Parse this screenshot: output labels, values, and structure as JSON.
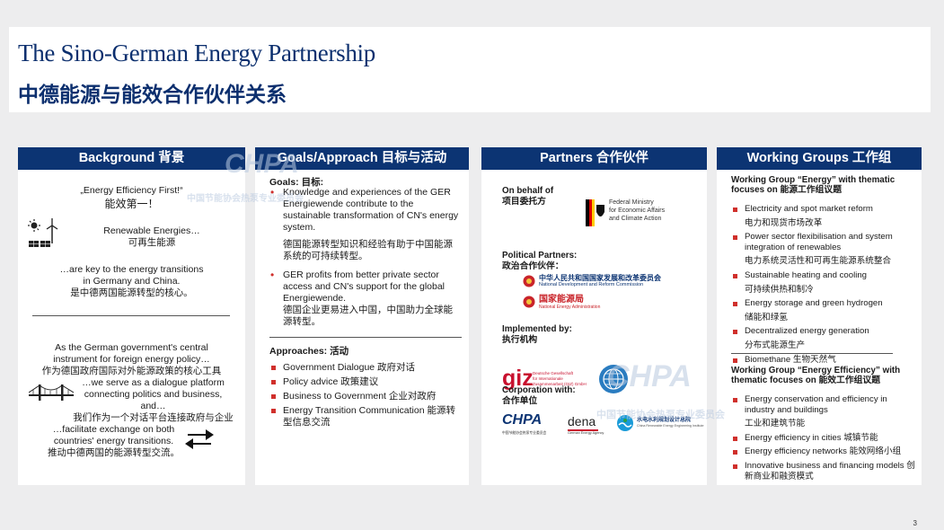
{
  "title": {
    "en": "The Sino-German Energy Partnership",
    "cn": "中德能源与能效合作伙伴关系"
  },
  "background": {
    "header": "Background 背景",
    "quote_en": "„Energy Efficiency First!“",
    "quote_cn": "能效第一！",
    "renewables_en": "Renewable Energies…",
    "renewables_cn": "可再生能源",
    "key_en_1": "…are key to the energy transitions",
    "key_en_2": "in Germany and China.",
    "key_cn": "是中德两国能源转型的核心。",
    "gov_en_1": "As the German government's central",
    "gov_en_2": "instrument for foreign energy policy…",
    "gov_cn": "作为德国政府国际对外能源政策的核心工具",
    "dialogue_en_1": "…we serve as a dialogue platform",
    "dialogue_en_2": "connecting politics and business,",
    "dialogue_en_3": "and…",
    "dialogue_cn": "我们作为一个对话平台连接政府与企业",
    "facilitate_en_1": "…facilitate exchange on both",
    "facilitate_en_2": "countries' energy transitions.",
    "facilitate_cn": "推动中德两国的能源转型交流。"
  },
  "goals": {
    "header": "Goals/Approach 目标与活动",
    "goals_label": "Goals: 目标:",
    "goal_1_en": "Knowledge and experiences of the GER Energiewende contribute to the sustainable transformation of CN's energy system.",
    "goal_1_cn": "德国能源转型知识和经验有助于中国能源系统的可持续转型。",
    "goal_2_en": "GER profits from better private sector access and CN's support for the global Energiewende.",
    "goal_2_cn": "德国企业更易进入中国，中国助力全球能源转型。",
    "approaches_label": "Approaches: 活动",
    "approaches": [
      "Government Dialogue 政府对话",
      "Policy advice 政策建议",
      "Business to Government 企业对政府",
      "Energy Transition Communication 能源转型信息交流"
    ]
  },
  "partners": {
    "header": "Partners 合作伙伴",
    "behalf_en": "On behalf of",
    "behalf_cn": "项目委托方",
    "bmwk_1": "Federal Ministry",
    "bmwk_2": "for Economic Affairs",
    "bmwk_3": "and Climate Action",
    "political_en": "Political Partners:",
    "political_cn": "政治合作伙伴：",
    "ndrc_cn": "中华人民共和国国家发展和改革委员会",
    "ndrc_en": "National Development and Reform Commission",
    "nea_cn": "国家能源局",
    "nea_en": "National Energy Administration",
    "implemented_en": "Implemented by:",
    "implemented_cn": "执行机构",
    "giz": "giz",
    "giz_sub_1": "Deutsche Gesellschaft",
    "giz_sub_2": "für Internationale",
    "giz_sub_3": "Zusammenarbeit (GIZ) GmbH",
    "corp_en": "Corporation with:",
    "corp_cn": "合作单位",
    "chpa": "CHPA",
    "chpa_sub": "中国节能协会热泵专业委员会",
    "dena": "dena",
    "dena_sub": "German Energy Agency",
    "water_cn": "水电水利规划设计总院",
    "water_en": "China Renewable Energy Engineering Institute"
  },
  "working_groups": {
    "header": "Working Groups 工作组",
    "wg1_title": "Working Group “Energy” with thematic focuses on 能源工作组议题",
    "wg1_items": [
      {
        "en": "Electricity and spot market reform",
        "cn": "电力和现货市场改革"
      },
      {
        "en": "Power sector flexibilisation and system integration of renewables",
        "cn": "电力系统灵活性和可再生能源系统整合"
      },
      {
        "en": "Sustainable heating and cooling",
        "cn": "可持续供热和制冷"
      },
      {
        "en": "Energy storage and green hydrogen",
        "cn": "储能和绿氢"
      },
      {
        "en": "Decentralized energy generation",
        "cn": "分布式能源生产"
      },
      {
        "en": "Biomethane  生物天然气",
        "cn": ""
      }
    ],
    "wg2_title": "Working Group “Energy Efficiency” with thematic focuses on 能效工作组议题",
    "wg2_items": [
      {
        "en": "Energy conservation and efficiency in industry and buildings",
        "cn": "工业和建筑节能"
      },
      {
        "en": "Energy efficiency in cities 城镇节能",
        "cn": ""
      },
      {
        "en": "Energy efficiency networks 能效网络小组",
        "cn": ""
      },
      {
        "en": "Innovative business and financing models 创新商业和融资模式",
        "cn": ""
      }
    ]
  },
  "watermark": {
    "chpa": "CHPA",
    "cn": "中国节能协会热泵专业委员会"
  },
  "page_number": "3",
  "colors": {
    "navy": "#0c3473",
    "title_blue": "#0c2f6e",
    "bullet_red": "#d0302c",
    "background": "#ededee"
  }
}
